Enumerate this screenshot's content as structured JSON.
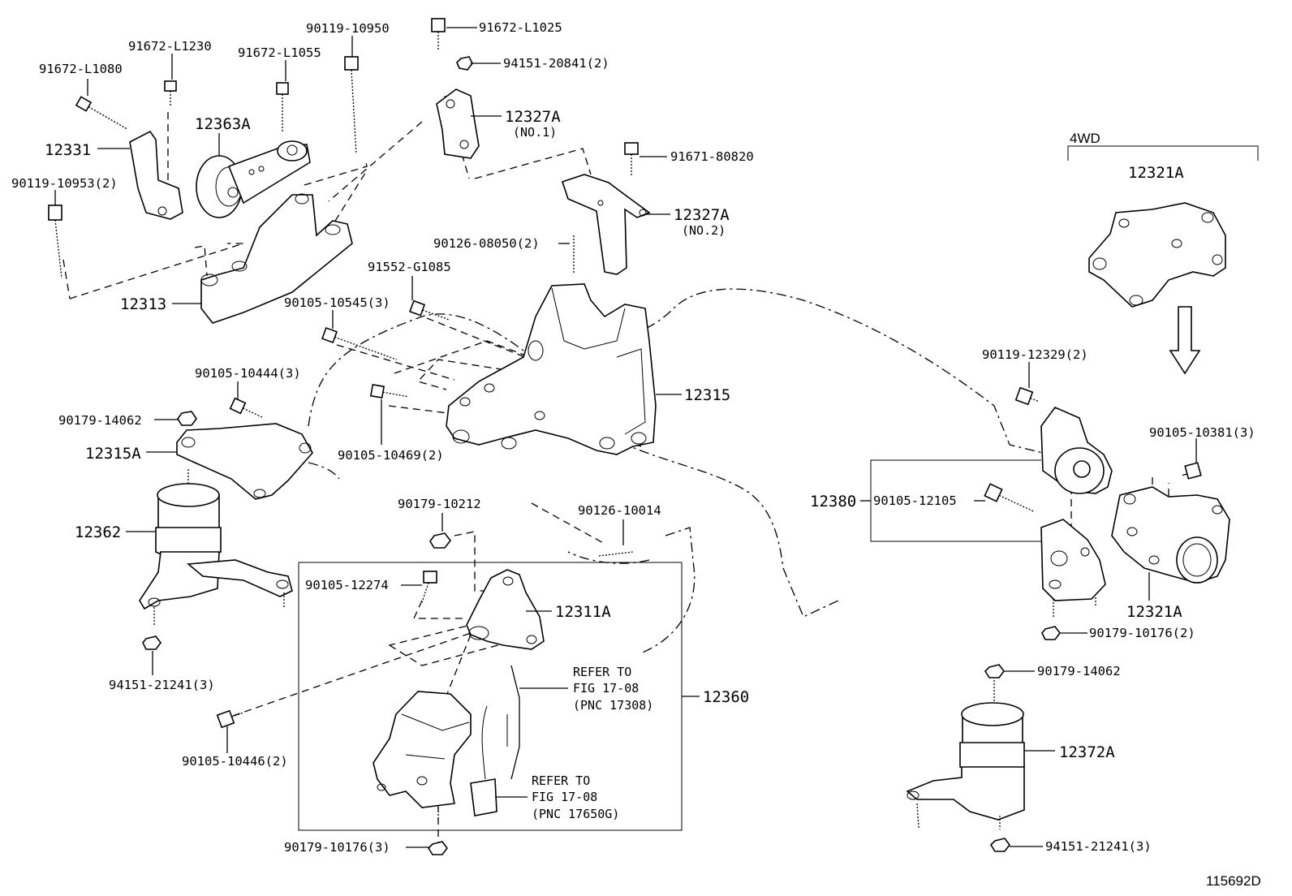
{
  "callouts": {
    "p91672_L1080": "91672-L1080",
    "p91672_L1230": "91672-L1230",
    "p91672_L1055": "91672-L1055",
    "p90119_10950": "90119-10950",
    "p91672_L1025": "91672-L1025",
    "p94151_20841": "94151-20841(2)",
    "p12327A_1": "12327A",
    "p12327A_1_sub": "(NO.1)",
    "p12363A": "12363A",
    "p12331": "12331",
    "p90119_10953": "90119-10953(2)",
    "p91671_80820": "91671-80820",
    "p12327A_2": "12327A",
    "p12327A_2_sub": "(NO.2)",
    "p90126_08050": "90126-08050(2)",
    "p91552_G1085": "91552-G1085",
    "p12313": "12313",
    "p90105_10545": "90105-10545(3)",
    "p12315": "12315",
    "p90105_10444": "90105-10444(3)",
    "p90179_14062_l": "90179-14062",
    "p12315A": "12315A",
    "p90105_10469": "90105-10469(2)",
    "p12362": "12362",
    "p90179_10212": "90179-10212",
    "p90126_10014": "90126-10014",
    "p90105_12274": "90105-12274",
    "p12311A": "12311A",
    "p94151_21241_l": "94151-21241(3)",
    "p90105_10446": "90105-10446(2)",
    "p12360": "12360",
    "p90179_10176_3": "90179-10176(3)",
    "p4wd": "4WD",
    "p12321A_top": "12321A",
    "p90119_12329": "90119-12329(2)",
    "p90105_10381": "90105-10381(3)",
    "p12380": "12380",
    "p90105_12105": "90105-12105",
    "p12321A_bot": "12321A",
    "p90179_10176_2": "90179-10176(2)",
    "p90179_14062_r": "90179-14062",
    "p12372A": "12372A",
    "p94151_21241_r": "94151-21241(3)"
  },
  "notes": {
    "refer1_l1": "REFER TO",
    "refer1_l2": "FIG 17-08",
    "refer1_l3": "(PNC 17308)",
    "refer2_l1": "REFER TO",
    "refer2_l2": "FIG 17-08",
    "refer2_l3": "(PNC 17650G)"
  },
  "illustration_id": "115692D"
}
